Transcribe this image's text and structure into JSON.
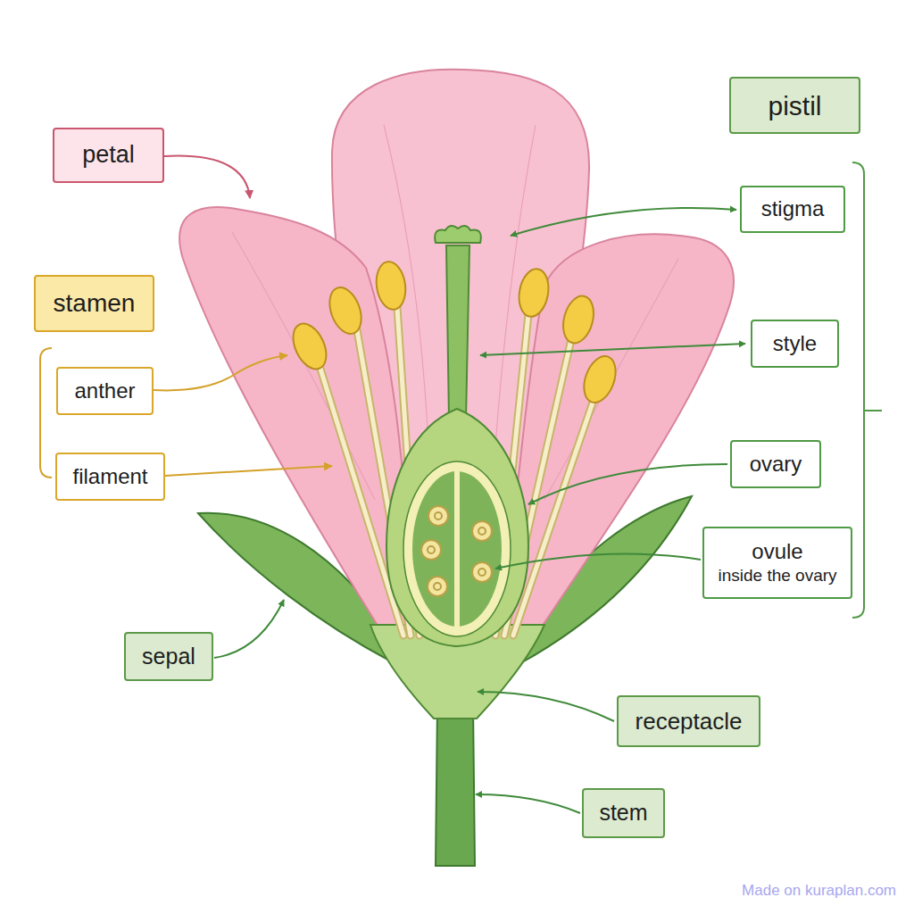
{
  "diagram": {
    "nodes": [
      {
        "text": [
          "pistil"
        ]
      },
      {
        "text": [
          "petal"
        ]
      },
      {
        "text": [
          "stigma"
        ]
      },
      {
        "text": [
          "stamen"
        ]
      },
      {
        "text": [
          "style"
        ]
      },
      {
        "text": [
          "anther"
        ]
      },
      {
        "text": [
          "ovary"
        ]
      },
      {
        "text": [
          "filament"
        ]
      },
      {
        "text": [
          "ovule",
          "inside the ovary"
        ]
      },
      {
        "text": [
          "sepal"
        ]
      },
      {
        "text": [
          "receptacle"
        ]
      },
      {
        "text": [
          "stem"
        ]
      }
    ],
    "labels": [
      "Made on kuraplan.com"
    ]
  }
}
